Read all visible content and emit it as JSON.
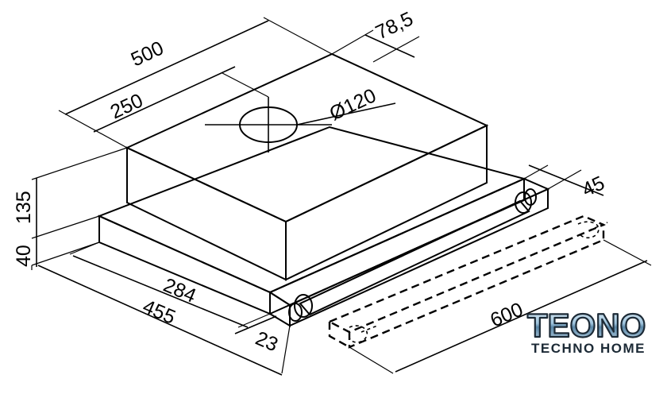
{
  "dimensions": {
    "width_500": "500",
    "offset_78_5": "78,5",
    "center_250": "250",
    "duct_diameter": "Ø120",
    "depth_45": "45",
    "height_135": "135",
    "height_40": "40",
    "depth_284": "284",
    "depth_455": "455",
    "front_23": "23",
    "width_600": "600"
  },
  "brand": {
    "name": "TEONO",
    "tagline": "TECHNO HOME"
  }
}
